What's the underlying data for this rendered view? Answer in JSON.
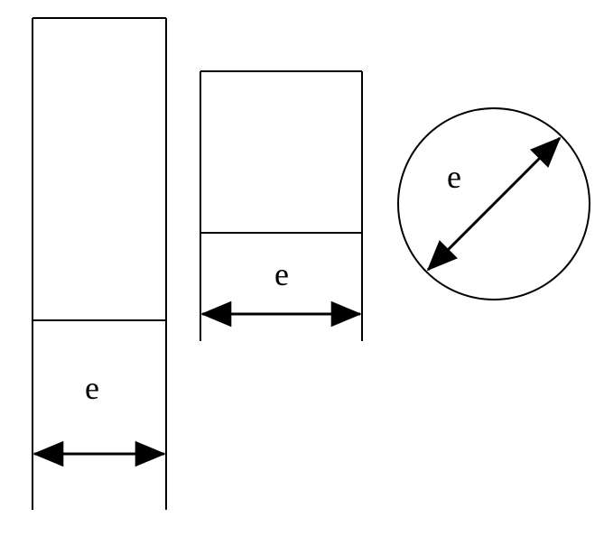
{
  "diagram": {
    "stroke_color": "#000000",
    "background_color": "#ffffff",
    "labels": {
      "left": "e",
      "middle": "e",
      "right": "e"
    }
  }
}
